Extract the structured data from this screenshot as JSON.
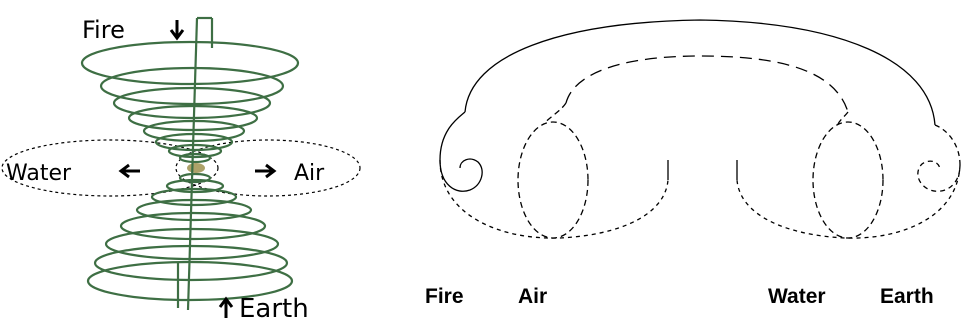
{
  "left_diagram": {
    "labels": {
      "fire": "Fire",
      "water": "Water",
      "air": "Air",
      "earth": "Earth"
    },
    "colors": {
      "spiral": "#3e6f44",
      "center": "#8a7a2a",
      "ink": "#000000"
    }
  },
  "right_diagram": {
    "labels": {
      "fire": "Fire",
      "air": "Air",
      "water": "Water",
      "earth": "Earth"
    }
  }
}
